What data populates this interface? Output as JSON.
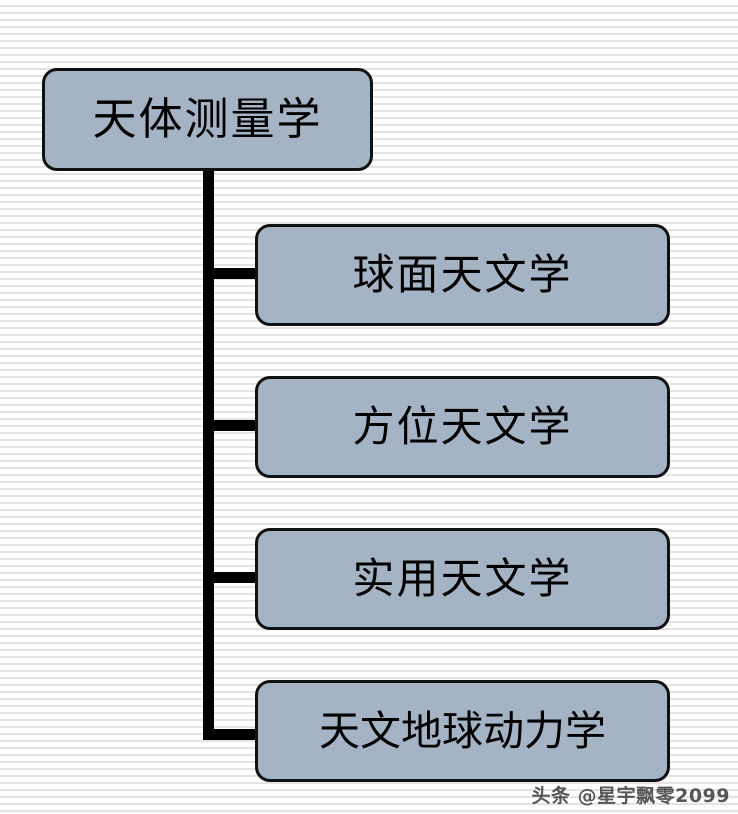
{
  "diagram": {
    "type": "tree",
    "orientation": "vertical-trunk-right-branches",
    "root": {
      "label": "天体测量学"
    },
    "children": [
      {
        "label": "球面天文学"
      },
      {
        "label": "方位天文学"
      },
      {
        "label": "实用天文学"
      },
      {
        "label": "天文地球动力学"
      }
    ],
    "colors": {
      "node_fill": "#a5b4c4",
      "node_border": "#111111",
      "connector": "#000000",
      "text": "#000000",
      "background": "#ffffff",
      "background_stripe": "#e3e3e3"
    }
  },
  "watermark": {
    "text": "头条 @星宇飘零2099"
  }
}
